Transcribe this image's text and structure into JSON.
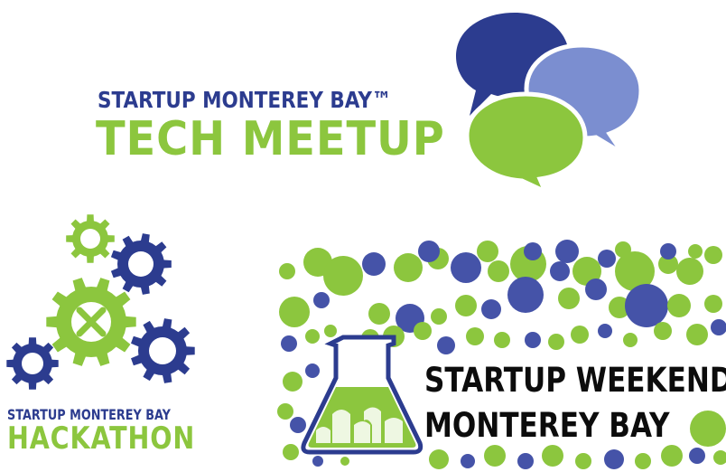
{
  "colors": {
    "navy": "#2c3c8f",
    "blue": "#4553a8",
    "light_blue": "#7b8ed0",
    "green": "#8cc63e",
    "black": "#0c0c0c"
  },
  "tech_meetup": {
    "line1": "STARTUP MONTEREY BAY™",
    "line2": "TECH MEETUP",
    "icon": "speech-bubbles-icon"
  },
  "hackathon": {
    "line1": "STARTUP MONTEREY BAY",
    "line2": "HACKATHON",
    "icon": "gears-icon"
  },
  "startup_weekend": {
    "line1": "STARTUP WEEKEND",
    "line2": "MONTEREY BAY",
    "icon": "beaker-icon"
  }
}
